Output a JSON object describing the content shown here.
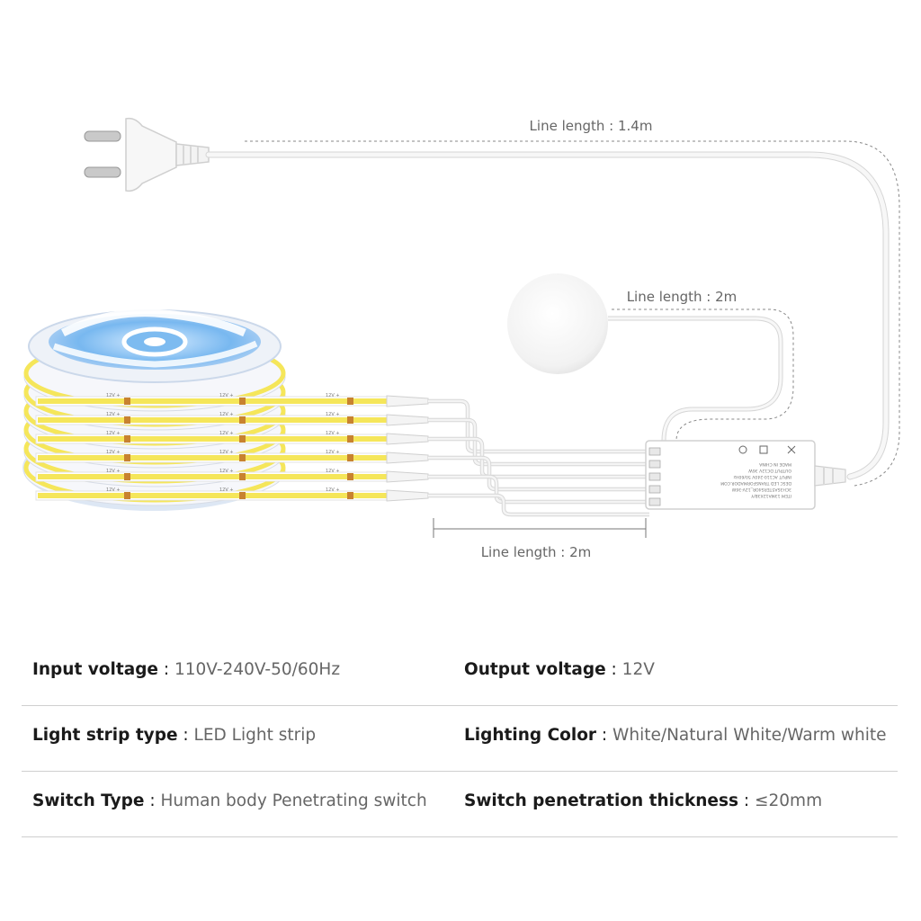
{
  "labels": {
    "plug_cable": "Line length : 1.4m",
    "switch_cable": "Line length : 2m",
    "strip_cable": "Line length : 2m"
  },
  "controller_marks": {
    "item": "ITEM 13MA12X3B/Y",
    "line2": "3CH3SA5TERS4OR_12V-36W",
    "line3": "DESC LED TRANSFORMADOR.COM",
    "line4": "INPUT AC110-240V 50/60Hz",
    "line5": "OUTPUT DC12V 36W",
    "line6": "MADE IN CHINA"
  },
  "strip_marks": {
    "voltage_tag": "12V +"
  },
  "specs": [
    {
      "left": {
        "key": "Input voltage",
        "sep": " : ",
        "value": "110V-240V-50/60Hz"
      },
      "right": {
        "key": "Output voltage",
        "sep": " : ",
        "value": "12V"
      }
    },
    {
      "left": {
        "key": "Light strip type",
        "sep": " : ",
        "value": "LED Light strip"
      },
      "right": {
        "key": "Lighting Color",
        "sep": " : ",
        "value": "White/Natural White/Warm white"
      }
    },
    {
      "left": {
        "key": "Switch Type",
        "sep": " : ",
        "value": "Human body Penetrating switch"
      },
      "right": {
        "key": "Switch penetration thickness",
        "sep": " : ",
        "value": "≤20mm"
      }
    }
  ],
  "colors": {
    "led_yellow": "#f5e65a",
    "led_copper": "#c8822f",
    "reel_blue": "#5aa8e8",
    "cable_white": "#f4f4f4",
    "cable_outline": "#d6d6d6",
    "dashed_line": "#888888",
    "divider": "#cfcfcf"
  }
}
